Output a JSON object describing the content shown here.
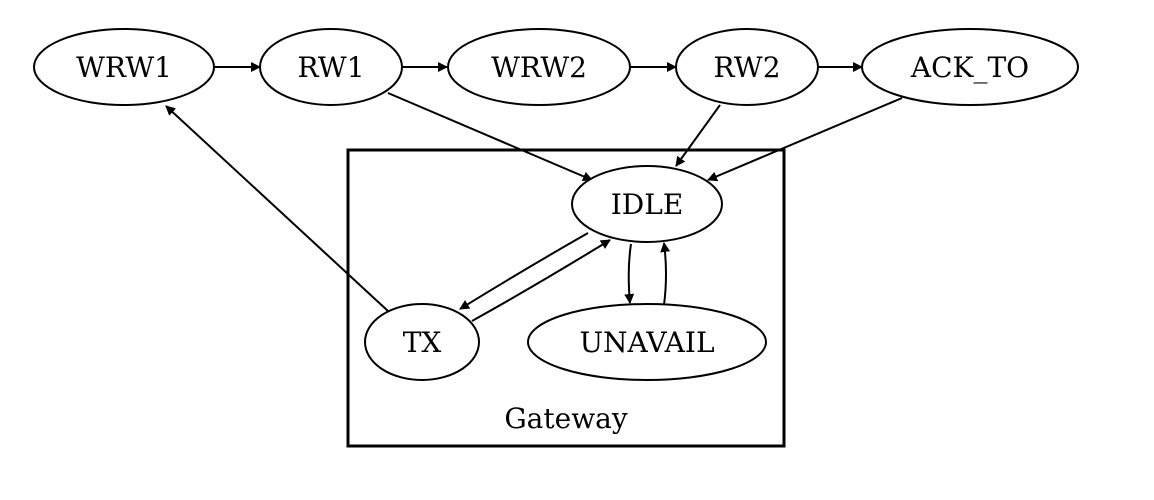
{
  "diagram": {
    "type": "state-graph",
    "nodes": [
      {
        "id": "wrw1",
        "label": "WRW1"
      },
      {
        "id": "rw1",
        "label": "RW1"
      },
      {
        "id": "wrw2",
        "label": "WRW2"
      },
      {
        "id": "rw2",
        "label": "RW2"
      },
      {
        "id": "ack_to",
        "label": "ACK_TO"
      },
      {
        "id": "idle",
        "label": "IDLE"
      },
      {
        "id": "tx",
        "label": "TX"
      },
      {
        "id": "unavail",
        "label": "UNAVAIL"
      }
    ],
    "clusters": [
      {
        "id": "gateway",
        "label": "Gateway",
        "members": [
          "idle",
          "tx",
          "unavail"
        ]
      }
    ],
    "edges": [
      {
        "from": "wrw1",
        "to": "rw1"
      },
      {
        "from": "rw1",
        "to": "wrw2"
      },
      {
        "from": "wrw2",
        "to": "rw2"
      },
      {
        "from": "rw2",
        "to": "ack_to"
      },
      {
        "from": "rw1",
        "to": "idle"
      },
      {
        "from": "rw2",
        "to": "idle"
      },
      {
        "from": "ack_to",
        "to": "idle"
      },
      {
        "from": "tx",
        "to": "wrw1"
      },
      {
        "from": "idle",
        "to": "tx"
      },
      {
        "from": "tx",
        "to": "idle"
      },
      {
        "from": "idle",
        "to": "unavail"
      },
      {
        "from": "unavail",
        "to": "idle"
      }
    ]
  }
}
